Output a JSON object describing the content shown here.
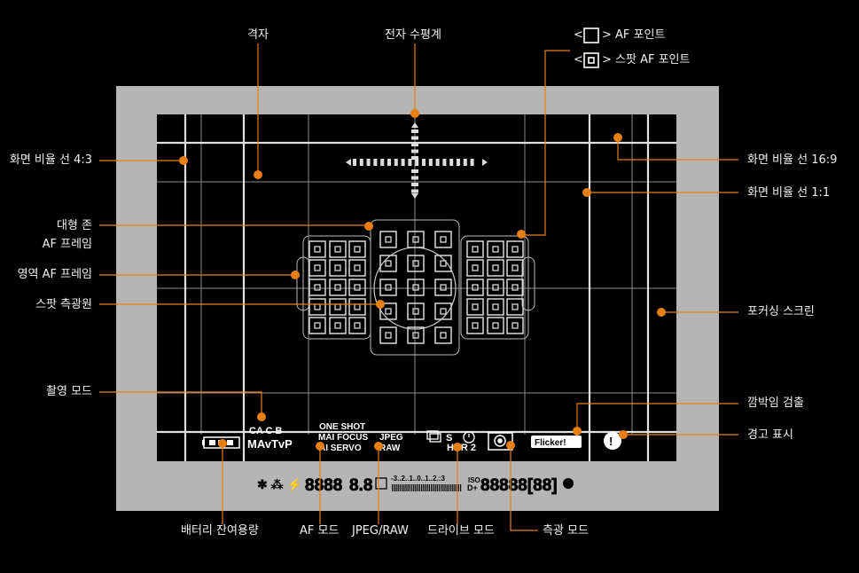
{
  "labels": {
    "grid": "격자",
    "level": "전자 수평계",
    "af_point_prefix": "<",
    "af_point": "> AF 포인트",
    "spot_af_prefix": "<",
    "spot_af": "> 스팟 AF 포인트",
    "ratio_43": "화면 비율 선 4:3",
    "ratio_169": "화면 비율 선 16:9",
    "ratio_11": "화면 비율 선 1:1",
    "large_zone_1": "대형 존",
    "large_zone_2": "AF 프레임",
    "zone_af": "영역 AF 프레임",
    "spot_circle": "스팟 측광원",
    "focus_screen": "포커싱 스크린",
    "shoot_mode": "촬영 모드",
    "flicker_detect": "깜박임 검출",
    "warning": "경고 표시",
    "battery": "배터리 잔여용량",
    "af_mode": "AF 모드",
    "jpeg_raw": "JPEG/RAW",
    "drive_mode": "드라이브 모드",
    "metering_mode": "측광 모드"
  },
  "viewfinder": {
    "mode_top": "CA C B",
    "mode_bottom": "MAvTvP",
    "af_line1": "ONE SHOT",
    "af_line2": "MAI FOCUS",
    "af_line3": "AI SERVO",
    "jpeg": "JPEG",
    "raw": "RAW",
    "drive": "S",
    "hdr": "HDR 2",
    "flicker": "Flicker!",
    "warn": "!"
  },
  "lcd": {
    "left_symbols": "✱ ⁂ ⚡",
    "shutter": "8888",
    "aperture": "8.8",
    "scale": "-3..2..1..0..1..2.:3",
    "iso": "ISO",
    "dplus": "D+",
    "count": "88888[88]"
  },
  "colors": {
    "accent": "#e87f12",
    "frame": "#b5b5b5",
    "background": "#000000",
    "screen": "#000000"
  }
}
